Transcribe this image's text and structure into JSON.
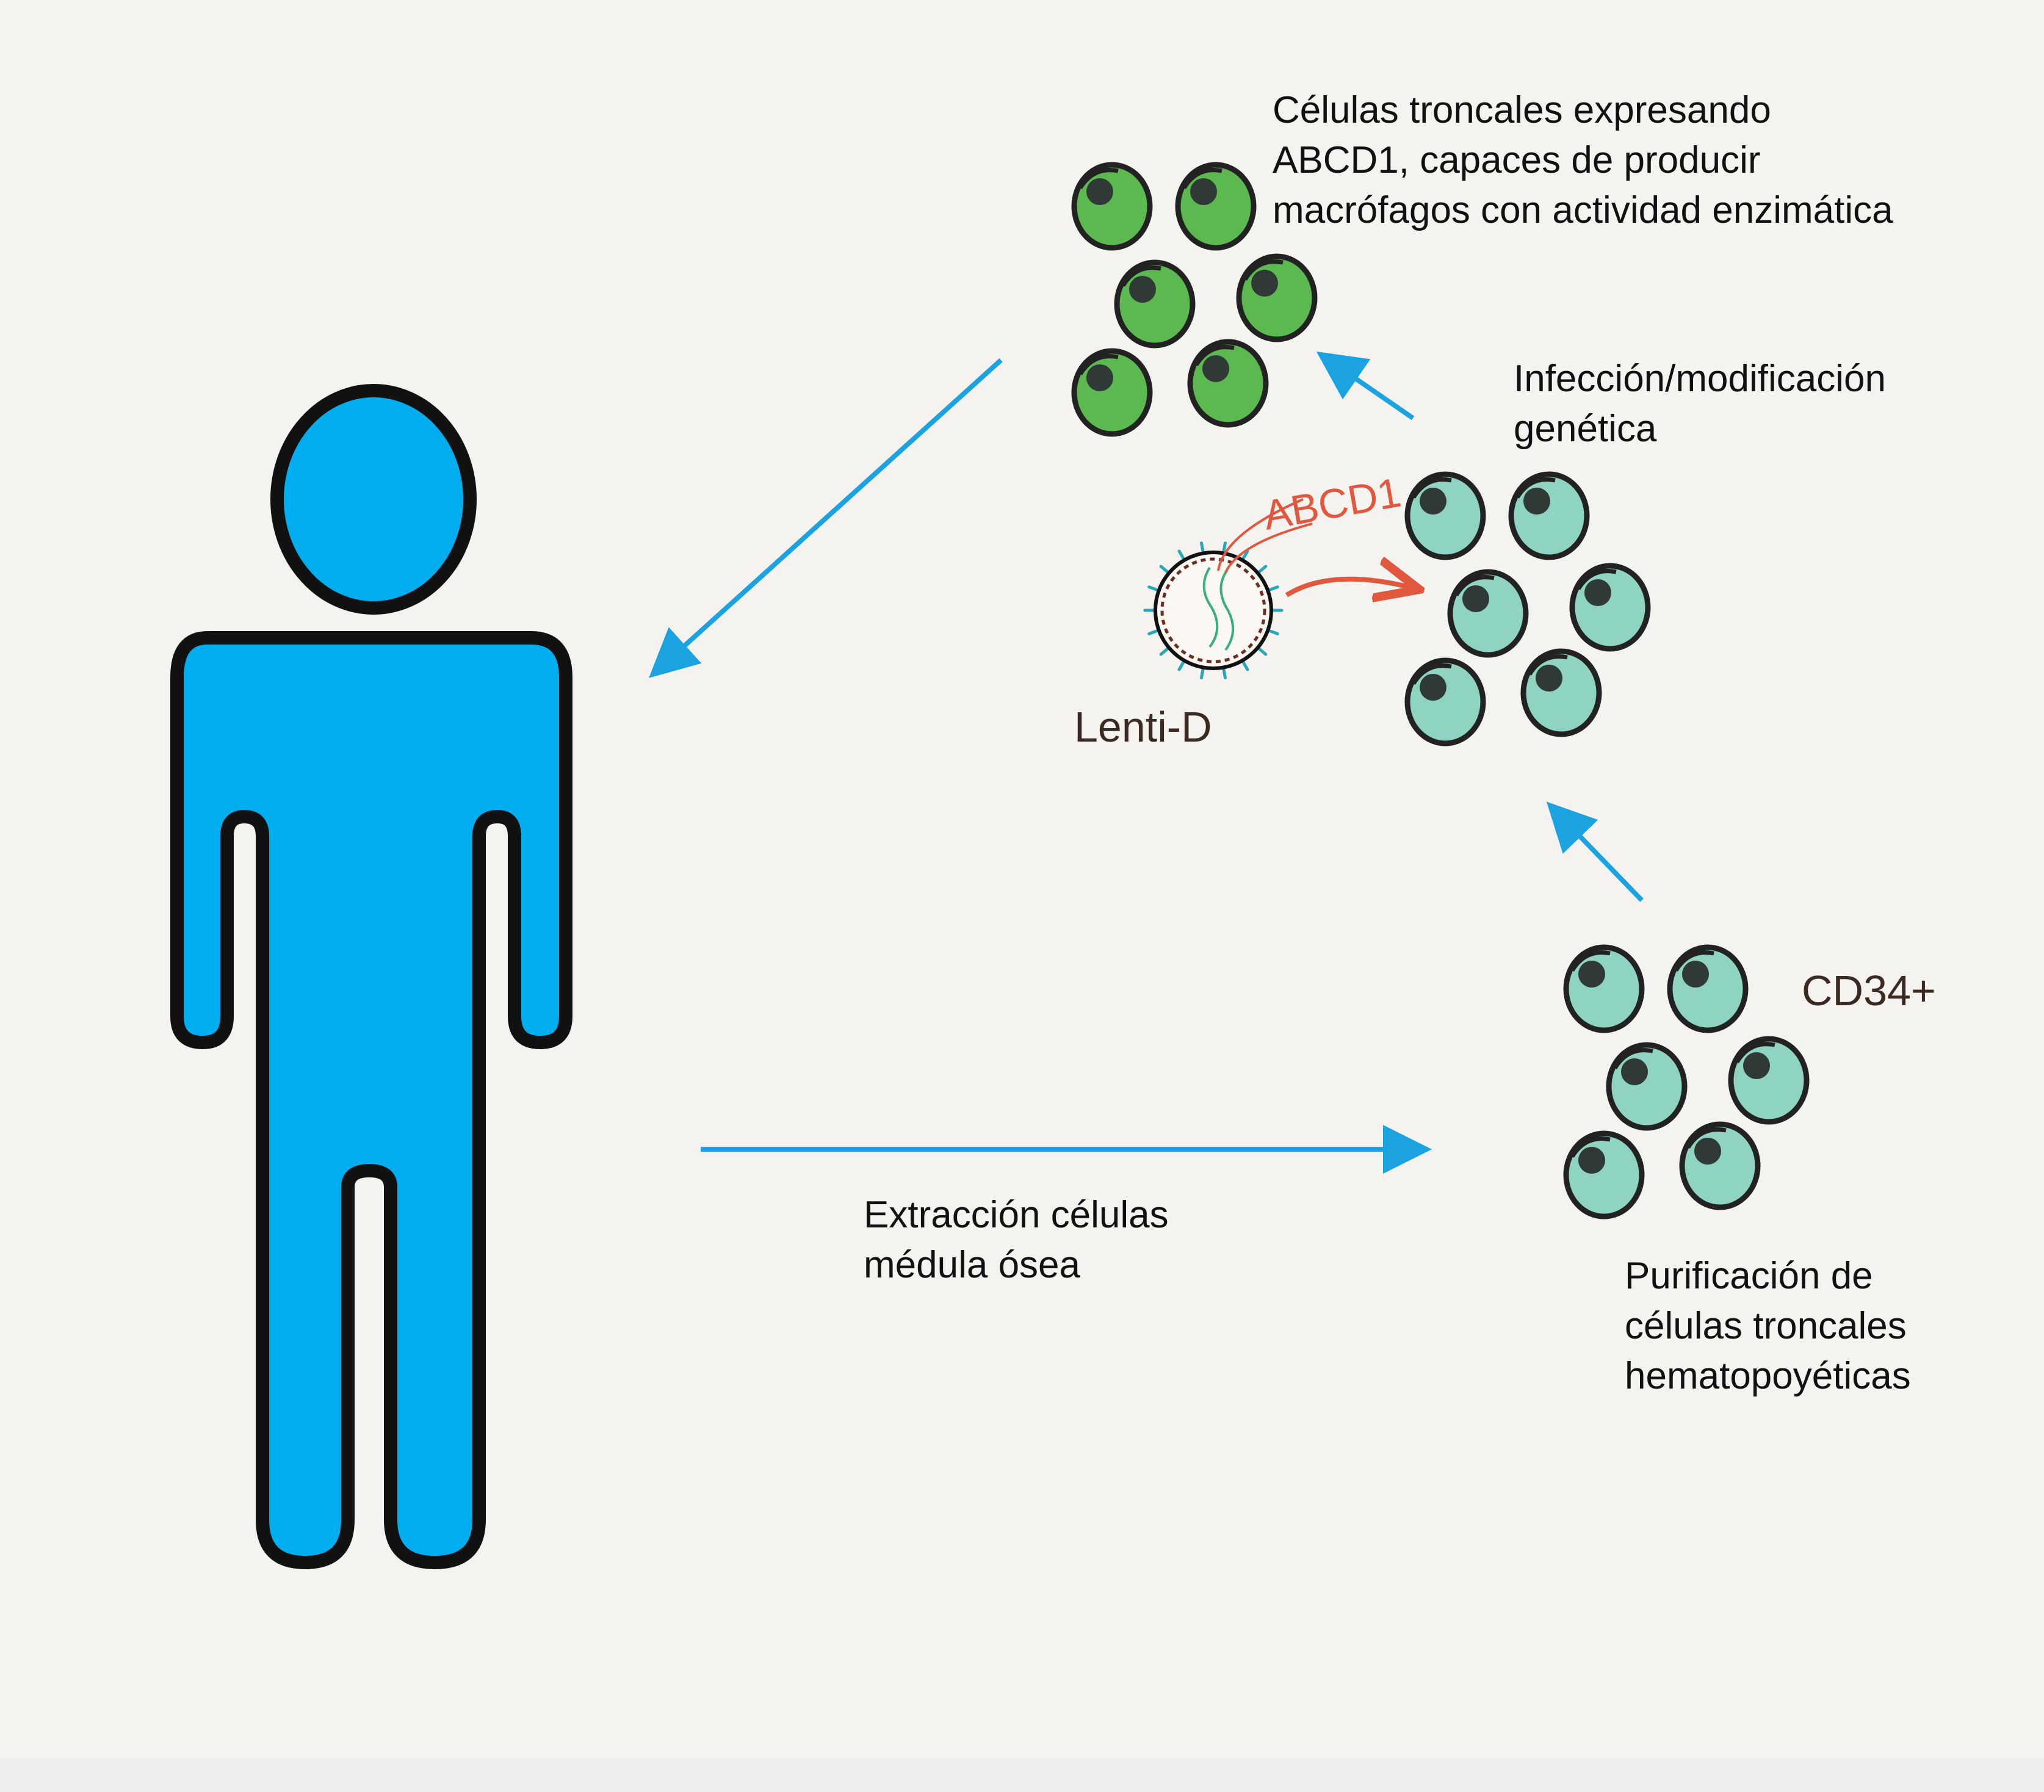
{
  "labels": {
    "green_cells": [
      "Células troncales expresando",
      "ABCD1, capaces de producir",
      "macrófagos con actividad enzimática"
    ],
    "infection": [
      "Infección/modificación",
      "genética"
    ],
    "vector_gene": "ABCD1",
    "vector_name": "Lenti-D",
    "cd34": "CD34+",
    "extraction": [
      "Extracción células",
      "médula ósea"
    ],
    "purification": [
      "Purificación de",
      "células troncales",
      "hematopoyéticas"
    ]
  },
  "colors": {
    "background": "#f5f3ef",
    "person": "#00aeef",
    "outline": "#111111",
    "arrow": "#1aa3e0",
    "modified_cell": "#5cb94f",
    "stem_cell": "#8fd4c2",
    "gene_text": "#e2583e"
  }
}
